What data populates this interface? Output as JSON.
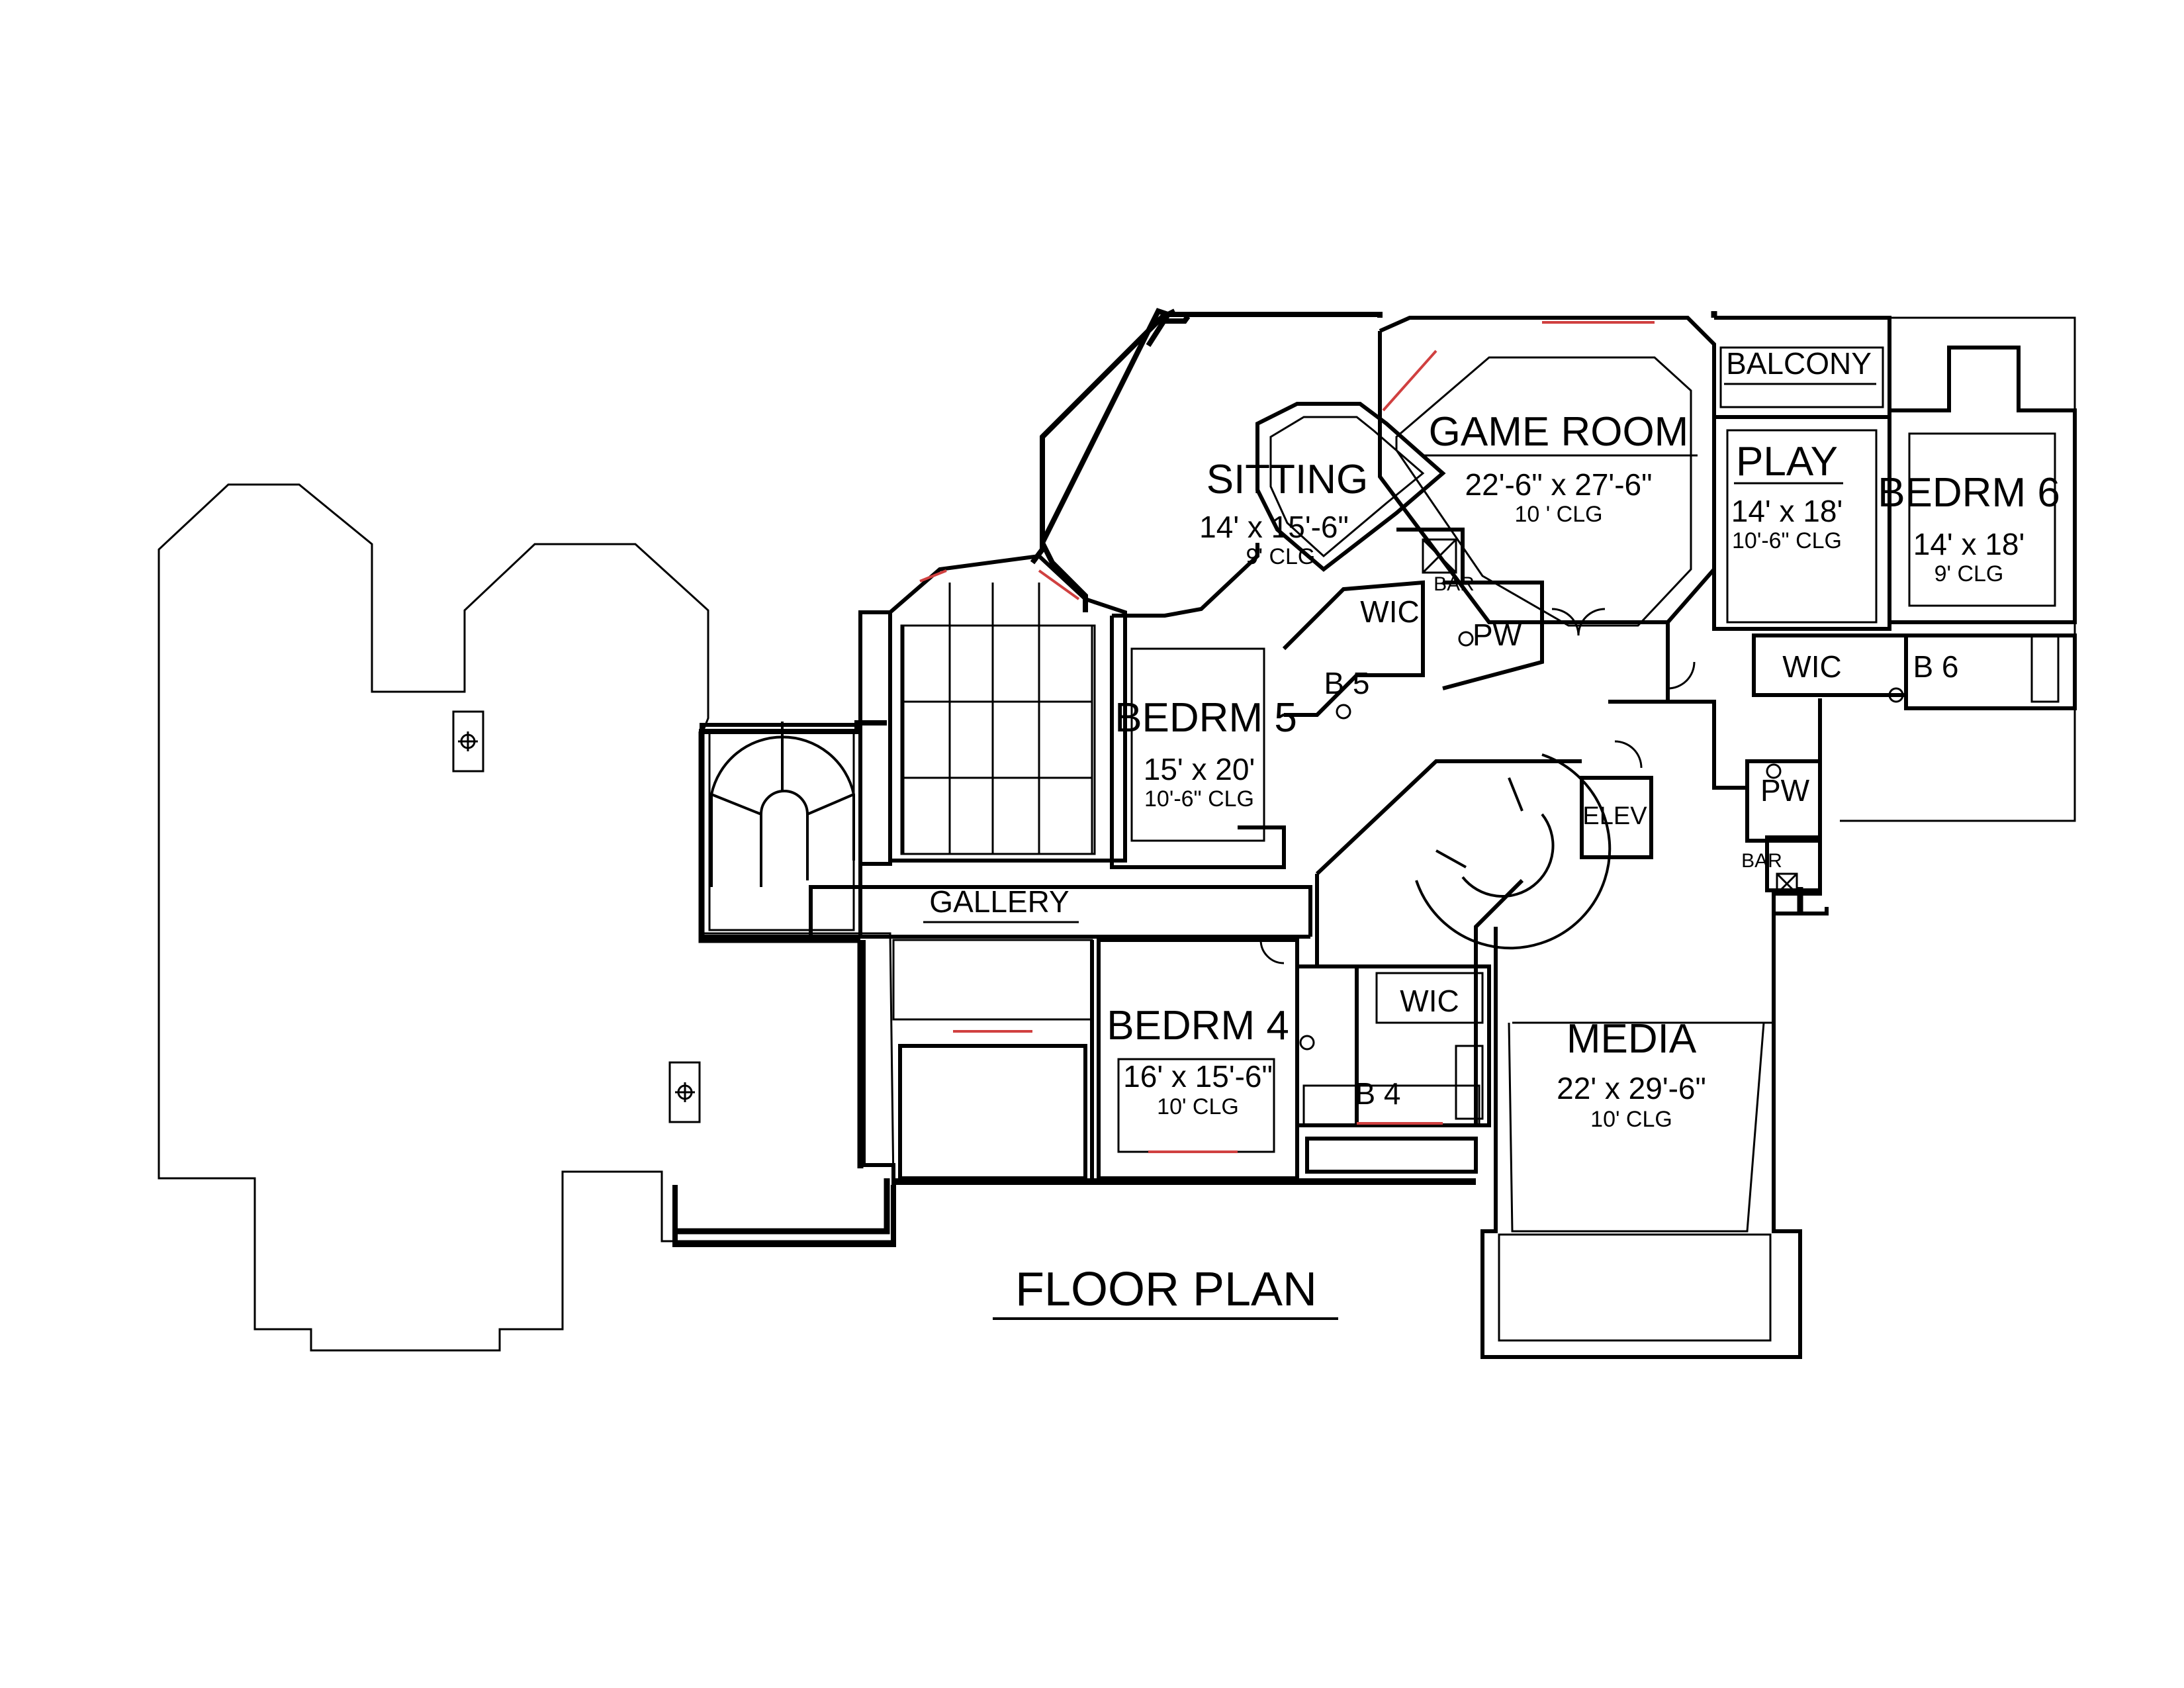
{
  "title": "FLOOR PLAN",
  "rooms": {
    "game_room": {
      "name": "GAME ROOM",
      "size": "22'-6\" x 27'-6\"",
      "ceiling": "10 ' CLG"
    },
    "sitting": {
      "name": "SITTING",
      "size": "14' x 15'-6\"",
      "ceiling": "9' CLG"
    },
    "play": {
      "name": "PLAY",
      "size": "14' x 18'",
      "ceiling": "10'-6\" CLG"
    },
    "bedrm6": {
      "name": "BEDRM 6",
      "size": "14' x 18'",
      "ceiling": "9' CLG"
    },
    "bedrm5": {
      "name": "BEDRM 5",
      "size": "15' x 20'",
      "ceiling": "10'-6\" CLG"
    },
    "bedrm4": {
      "name": "BEDRM 4",
      "size": "16' x 15'-6\"",
      "ceiling": "10' CLG"
    },
    "media": {
      "name": "MEDIA",
      "size": "22' x 29'-6\"",
      "ceiling": "10' CLG"
    }
  },
  "labels": {
    "balcony": "BALCONY",
    "gallery": "GALLERY",
    "elev": "ELEV",
    "bar_upper": "BAR",
    "bar_right": "BAR",
    "wic_bed5": "WIC",
    "wic_bed6": "WIC",
    "wic_bed4": "WIC",
    "pw_center": "PW",
    "pw_right": "PW",
    "bath5": "B 5",
    "bath6": "B 6",
    "bath4": "B 4"
  },
  "colors": {
    "wall": "#000000",
    "window": "#d04040",
    "background": "#ffffff"
  }
}
